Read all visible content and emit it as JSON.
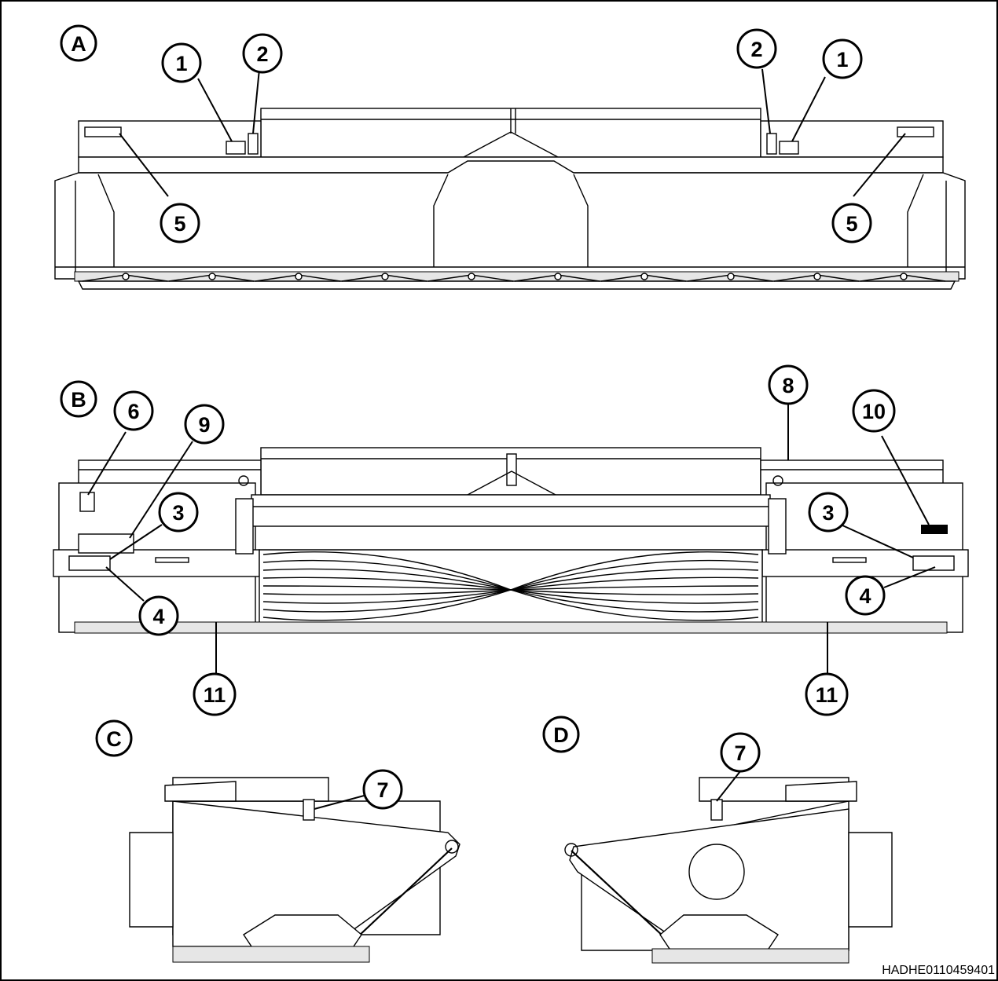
{
  "views": {
    "a": "A",
    "b": "B",
    "c": "C",
    "d": "D"
  },
  "callouts": {
    "a_1_left": "1",
    "a_2_left": "2",
    "a_2_right": "2",
    "a_1_right": "1",
    "a_5_left": "5",
    "a_5_right": "5",
    "b_6": "6",
    "b_9": "9",
    "b_8": "8",
    "b_10": "10",
    "b_3_left": "3",
    "b_4_left": "4",
    "b_3_right": "3",
    "b_4_right": "4",
    "b_11_left": "11",
    "b_11_right": "11",
    "c_7": "7",
    "d_7": "7"
  },
  "reference_code": "HADHE0110459401"
}
